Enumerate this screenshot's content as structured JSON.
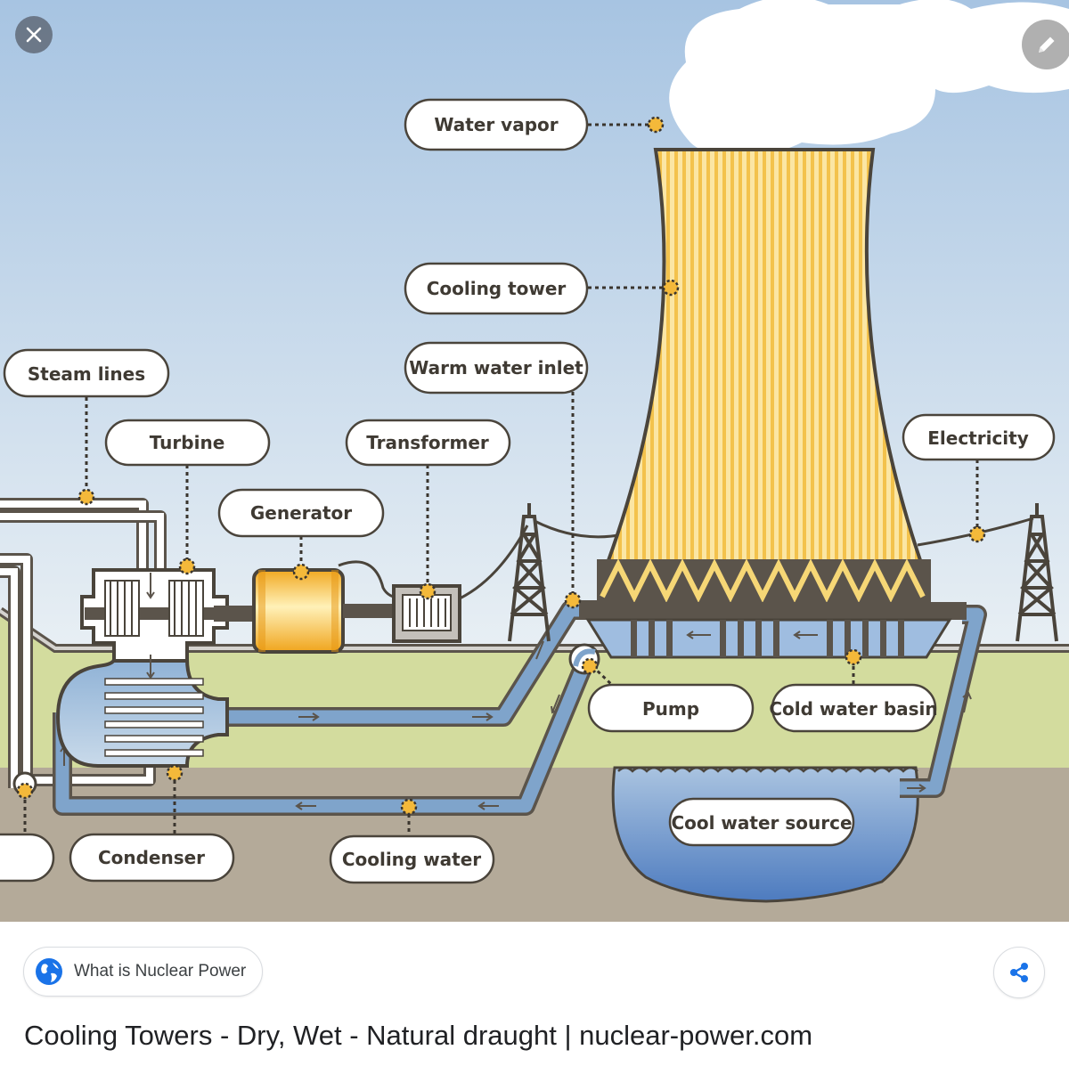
{
  "diagram": {
    "labels": {
      "water_vapor": "Water vapor",
      "cooling_tower": "Cooling tower",
      "steam_lines": "Steam lines",
      "warm_water_inlet": "Warm water inlet",
      "turbine": "Turbine",
      "transformer": "Transformer",
      "electricity": "Electricity",
      "generator": "Generator",
      "pump": "Pump",
      "cold_water_basin": "Cold water basin",
      "cool_water_source": "Cool water source",
      "condenser": "Condenser",
      "cooling_water": "Cooling water"
    },
    "colors": {
      "sky_top": "#a9c6e3",
      "sky_bottom": "#e6eef4",
      "grass": "#d3dc9e",
      "soil": "#b5aa99",
      "water": "#5a86c4",
      "tower_yellow": "#f6cf62",
      "node": "#f4b93a"
    }
  },
  "viewer": {
    "close_icon": "close-icon",
    "edit_icon": "pencil-icon"
  },
  "footer": {
    "source_name": "What is Nuclear Power",
    "source_icon": "globe-icon",
    "share_icon": "share-icon",
    "caption": "Cooling Towers - Dry, Wet - Natural draught | nuclear-power.com"
  }
}
